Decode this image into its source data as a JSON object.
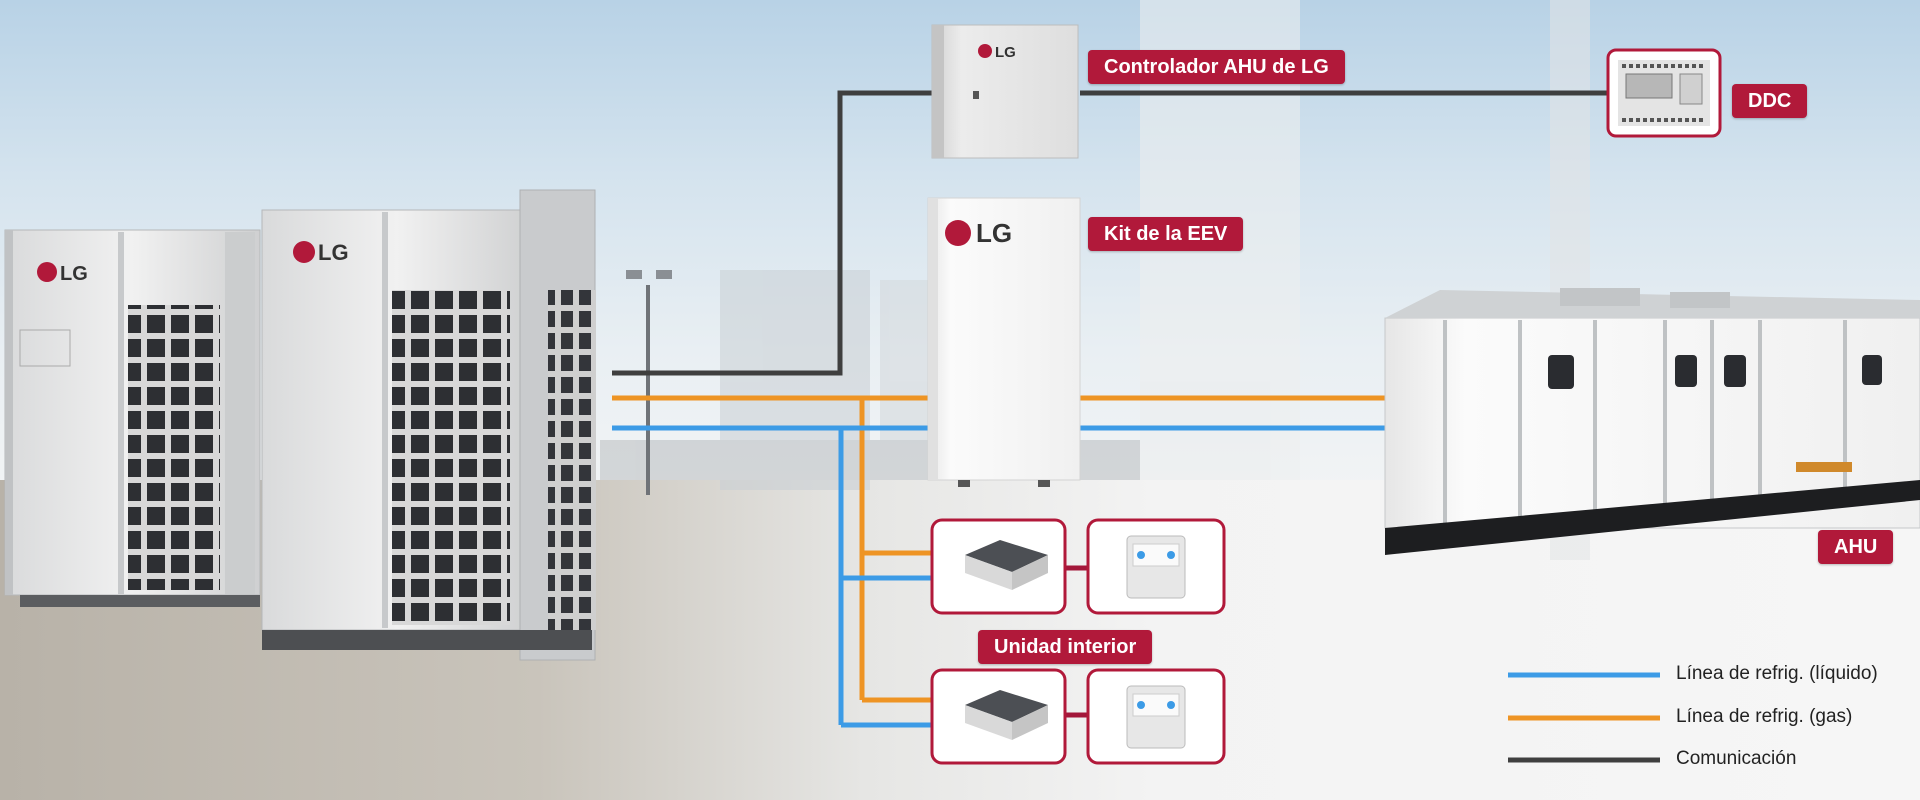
{
  "brand": "LG",
  "labels": {
    "ahu_controller": "Controlador AHU de LG",
    "ddc": "DDC",
    "eev_kit": "Kit de la EEV",
    "indoor_unit": "Unidad interior",
    "ahu": "AHU"
  },
  "legend": [
    {
      "label": "Línea de refrig. (líquido)",
      "color": "#3c9be6"
    },
    {
      "label": "Línea de refrig. (gas)",
      "color": "#ee9424"
    },
    {
      "label": "Comunicación",
      "color": "#3f3f3f"
    }
  ],
  "colors": {
    "accent": "#b1193a",
    "liquid_line": "#3c9be6",
    "gas_line": "#ee9424",
    "communication_line": "#3f3f3f"
  }
}
